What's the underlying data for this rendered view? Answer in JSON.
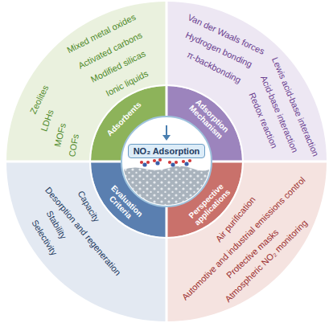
{
  "diagram": {
    "nodes": [
      {
        "text": [
          "NO₂ Adsorption"
        ]
      },
      {
        "text": [
          "Adsorbents",
          "Mixed metal oxides",
          "Activated carbons",
          "Modified silicas",
          "Ionic liquids",
          "Zeolites",
          "LDHs",
          "MOFs",
          "COFs"
        ]
      },
      {
        "text": [
          "Adsorption Mechanism",
          "Van der Waals forces",
          "Hydrogen bonding",
          "π-backbonding",
          "Lewis acid-base interaction",
          "Acid-base interaction",
          "Redox reaction"
        ]
      },
      {
        "text": [
          "Evaluation Criteria",
          "Capacity",
          "Desorption and regeneration",
          "Stability",
          "Selectivity"
        ]
      },
      {
        "text": [
          "Perspective applications",
          "Air purification",
          "Automotive and industrial emissions control",
          "Protective masks",
          "Atmospheric NO₂ monitoring"
        ]
      }
    ]
  }
}
